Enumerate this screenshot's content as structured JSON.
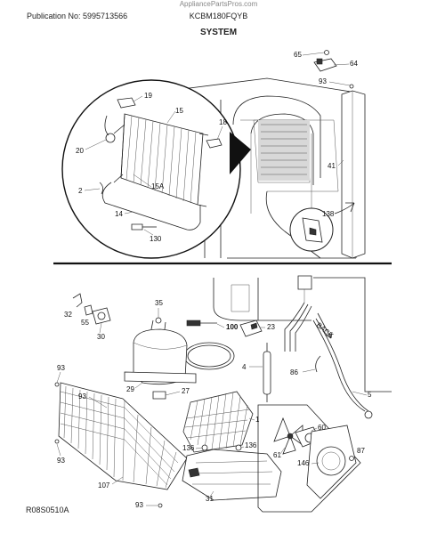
{
  "header": {
    "watermark": "AppliancePartsPros.com",
    "publication": "Publication No: 5995713566",
    "model": "KCBM180FQYB",
    "section_title": "SYSTEM"
  },
  "footer": {
    "figure_code": "R08S0510A"
  },
  "labels": {
    "p65": "65",
    "p64": "64",
    "p93a": "93",
    "p19": "19",
    "p15": "15",
    "p18": "18",
    "p20": "20",
    "p41": "41",
    "p15a": "15A",
    "p2": "2",
    "p138": "138",
    "p14": "14",
    "p130": "130",
    "p35": "35",
    "p32": "32",
    "p55": "55",
    "p30": "30",
    "p100": "100",
    "p23": "23",
    "back": "BACK",
    "p4": "4",
    "p86": "86",
    "p93b": "93",
    "p29": "29",
    "p27": "27",
    "p93c": "93",
    "p5": "5",
    "p1": "1",
    "p60": "60",
    "p136a": "136",
    "p136b": "136",
    "p87": "87",
    "p61": "61",
    "p93d": "93",
    "p146": "146",
    "p107": "107",
    "p31": "31",
    "p93e": "93"
  }
}
